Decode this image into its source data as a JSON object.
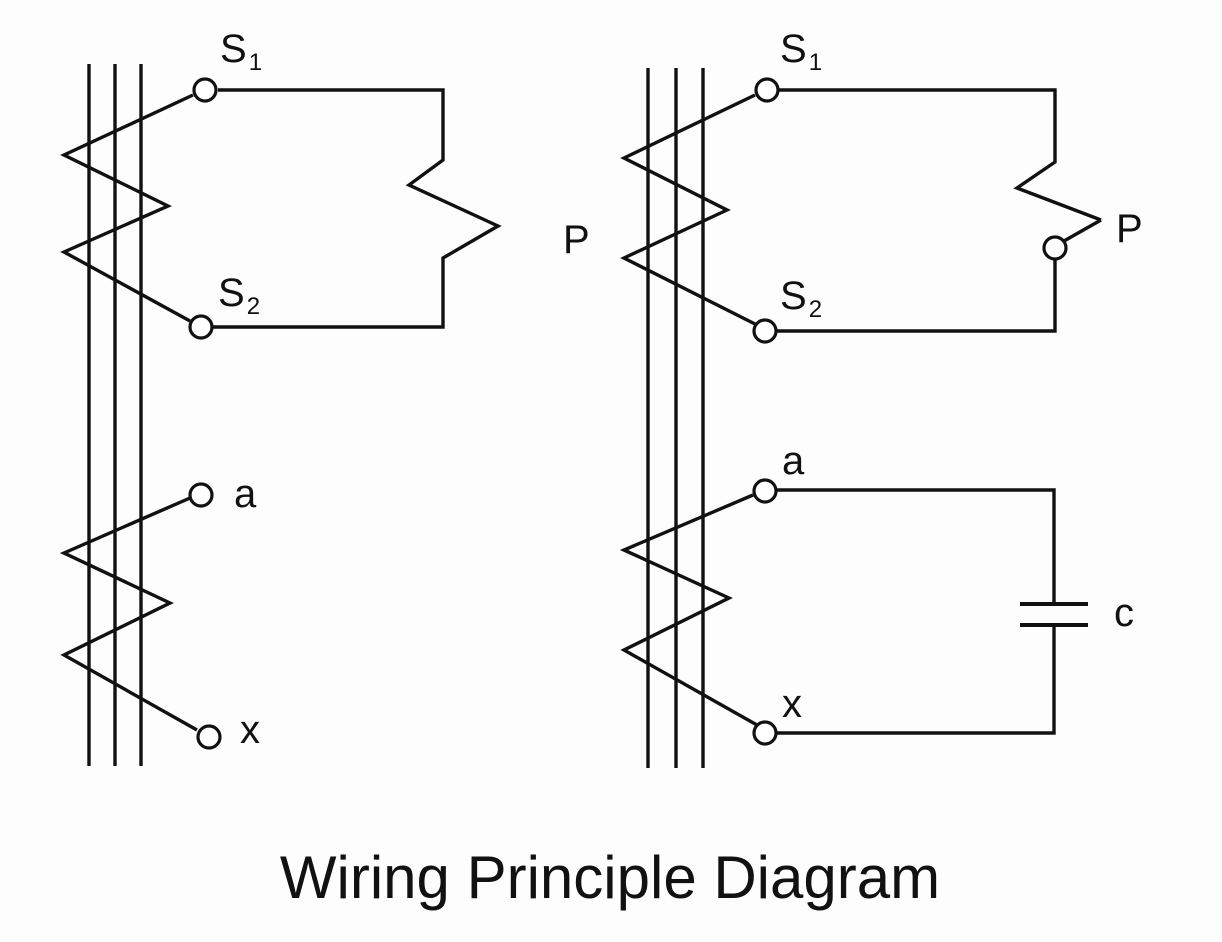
{
  "title": "Wiring Principle Diagram",
  "left_circuit": {
    "terminals": {
      "s1": {
        "letter": "S",
        "index": "1"
      },
      "s2": {
        "letter": "S",
        "index": "2"
      },
      "a": "a",
      "x": "x"
    }
  },
  "right_circuit": {
    "terminals": {
      "s1": {
        "letter": "S",
        "index": "1"
      },
      "s2": {
        "letter": "S",
        "index": "2"
      },
      "a": "a",
      "x": "x"
    },
    "potentiometer_label_left": "P",
    "potentiometer_label_right": "P",
    "capacitor_label": "c"
  },
  "colors": {
    "line": "#111111",
    "background": "#fdfdfd"
  }
}
